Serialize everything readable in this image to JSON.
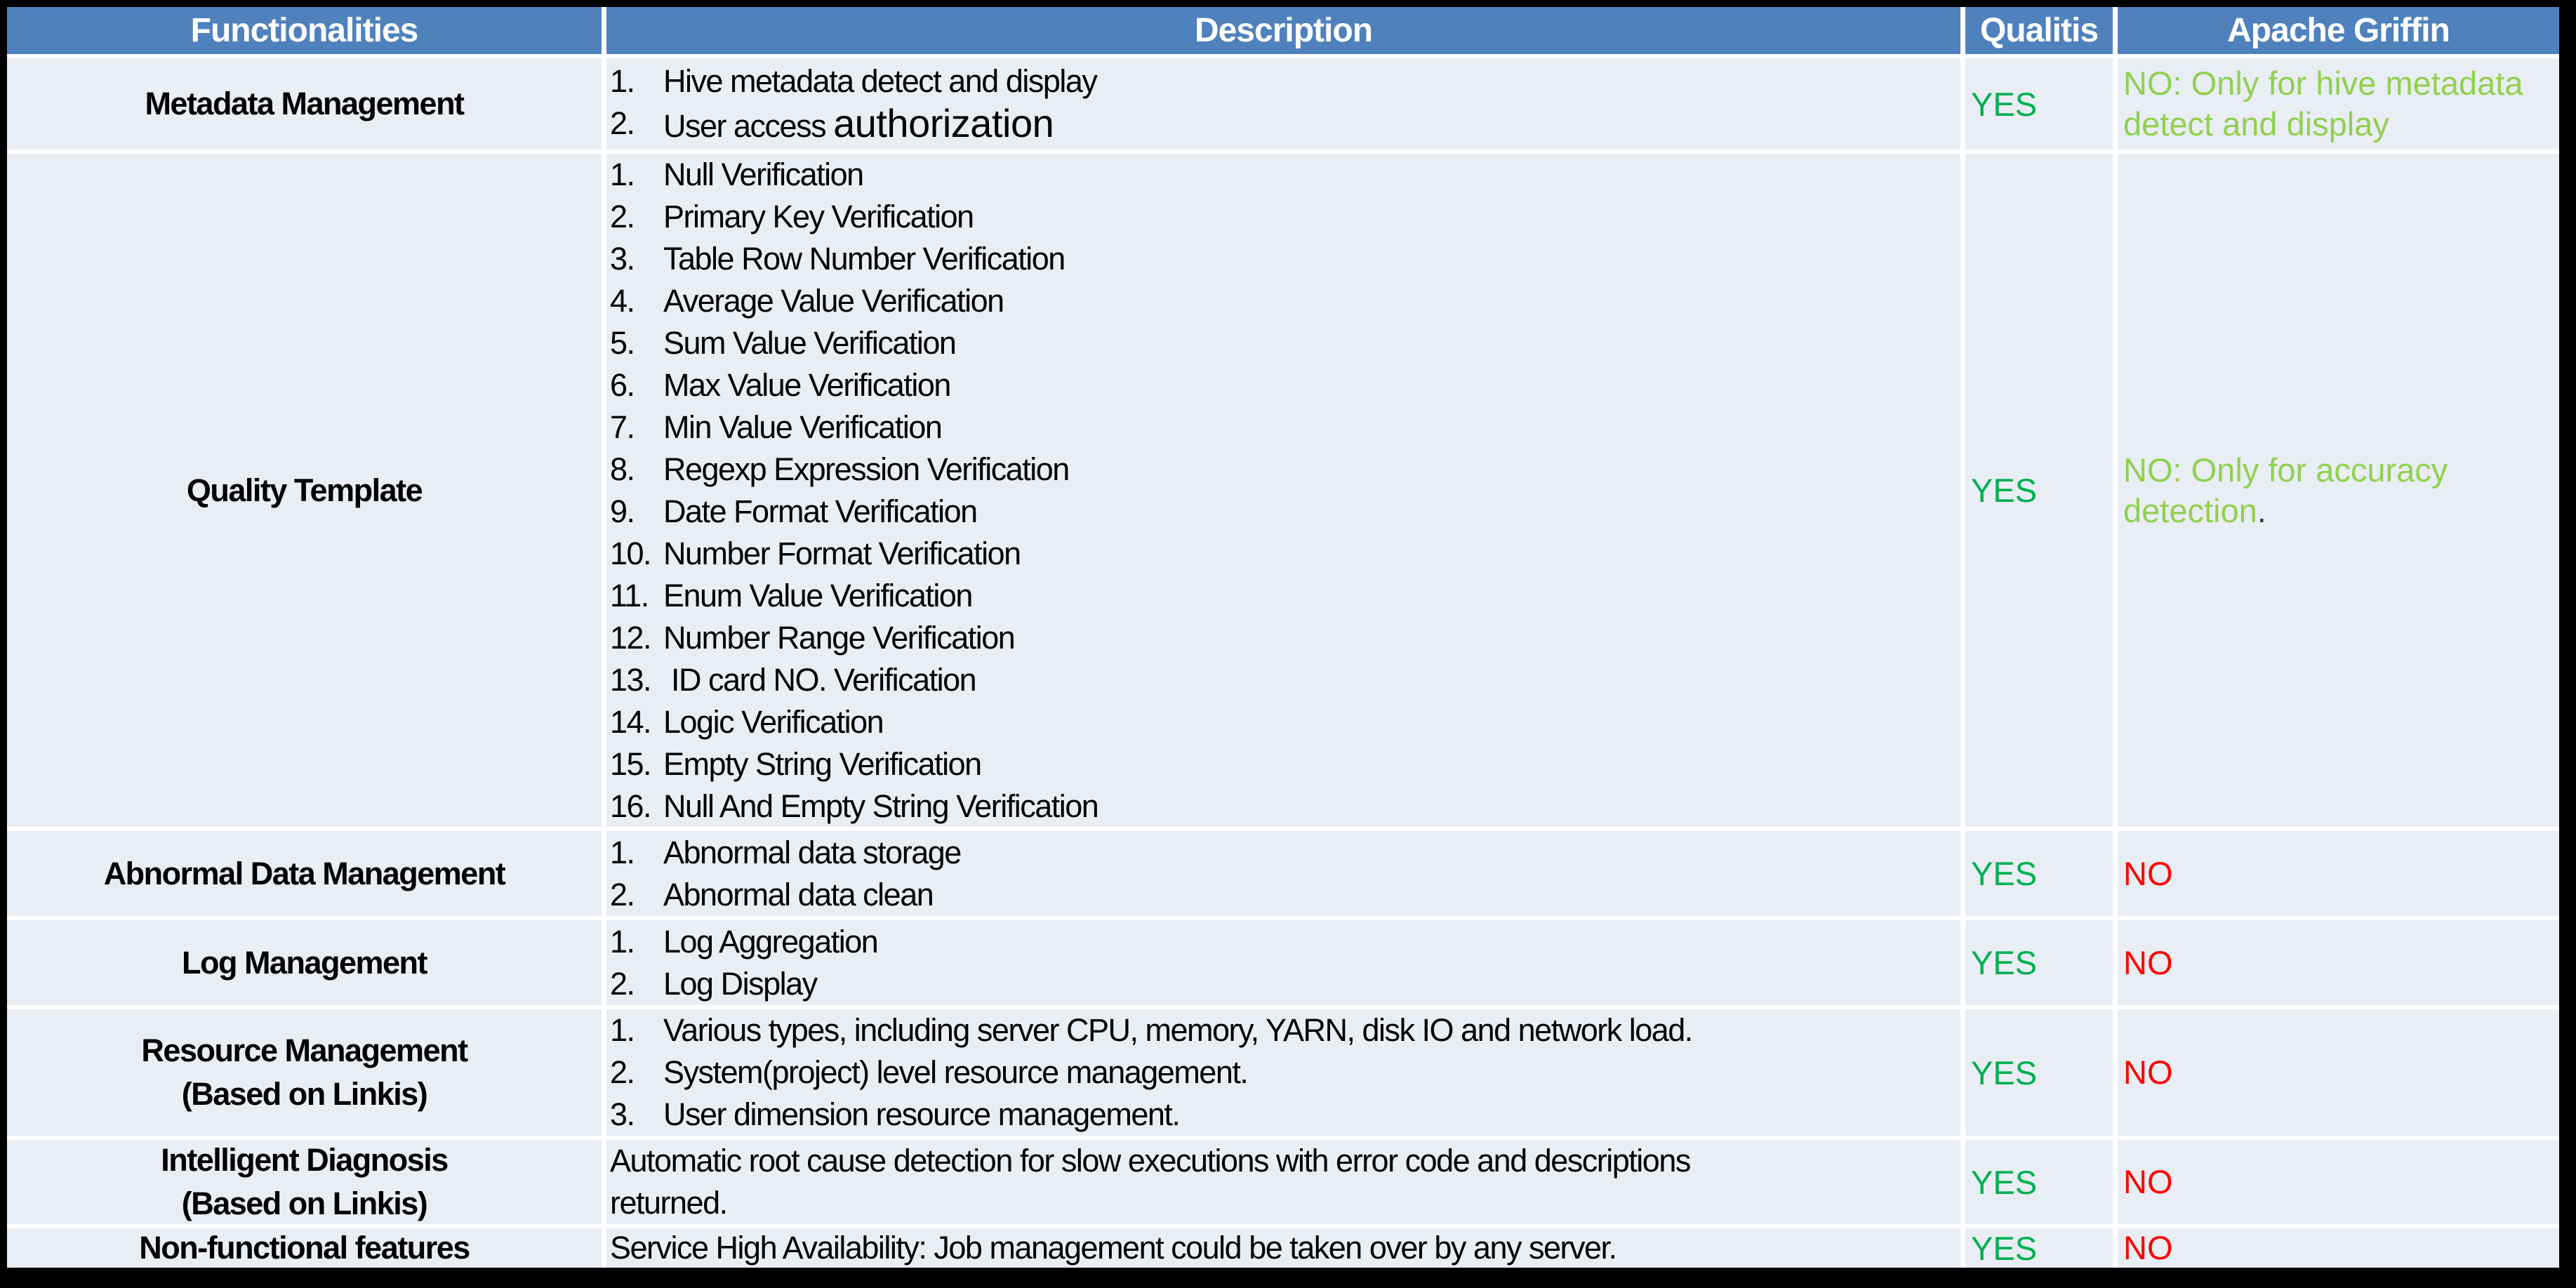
{
  "colors": {
    "page_background": "#000000",
    "header_bg": "#4F81BD",
    "header_text": "#FFFFFF",
    "cell_bg": "#E9EDF4",
    "separator": "#FFFFFF",
    "yes_green": "#00B050",
    "note_light_green": "#92D050",
    "no_red": "#FF0000",
    "dark_period": "#404040",
    "body_text": "#000000"
  },
  "header": {
    "columns": [
      "Functionalities",
      "Description",
      "Qualitis",
      "Apache Griffin"
    ]
  },
  "table": {
    "rows": [
      {
        "functionality": [
          "Metadata Management"
        ],
        "description": {
          "type": "list",
          "items": [
            {
              "num": "1.",
              "segments": [
                {
                  "text": "Hive metadata detect and display"
                }
              ]
            },
            {
              "num": "2.",
              "segments": [
                {
                  "text": "User access "
                },
                {
                  "text": "authorization",
                  "big": true
                }
              ]
            }
          ]
        },
        "qualitis": "YES",
        "griffin": {
          "style": "lightgreen",
          "lines": [
            {
              "segments": [
                {
                  "text": "NO: Only for hive metadata"
                }
              ]
            },
            {
              "segments": [
                {
                  "text": "detect and display"
                }
              ]
            }
          ]
        }
      },
      {
        "functionality": [
          "Quality Template"
        ],
        "description": {
          "type": "list",
          "items": [
            {
              "num": "1.",
              "segments": [
                {
                  "text": "Null Verification"
                }
              ]
            },
            {
              "num": "2.",
              "segments": [
                {
                  "text": "Primary Key Verification"
                }
              ]
            },
            {
              "num": "3.",
              "segments": [
                {
                  "text": "Table Row Number Verification"
                }
              ]
            },
            {
              "num": "4.",
              "segments": [
                {
                  "text": "Average Value Verification"
                }
              ]
            },
            {
              "num": "5.",
              "segments": [
                {
                  "text": "Sum Value Verification"
                }
              ]
            },
            {
              "num": "6.",
              "segments": [
                {
                  "text": "Max Value Verification"
                }
              ]
            },
            {
              "num": "7.",
              "segments": [
                {
                  "text": "Min Value Verification"
                }
              ]
            },
            {
              "num": "8.",
              "segments": [
                {
                  "text": "Regexp Expression Verification"
                }
              ]
            },
            {
              "num": "9.",
              "segments": [
                {
                  "text": "Date Format Verification"
                }
              ]
            },
            {
              "num": "10.",
              "segments": [
                {
                  "text": "Number Format Verification"
                }
              ]
            },
            {
              "num": "11.",
              "segments": [
                {
                  "text": "Enum Value Verification"
                }
              ]
            },
            {
              "num": "12.",
              "segments": [
                {
                  "text": "Number Range Verification"
                }
              ]
            },
            {
              "num": "13.",
              "segments": [
                {
                  "text": " ID card NO. Verification"
                }
              ]
            },
            {
              "num": "14.",
              "segments": [
                {
                  "text": "Logic Verification"
                }
              ]
            },
            {
              "num": "15.",
              "segments": [
                {
                  "text": "Empty String Verification"
                }
              ]
            },
            {
              "num": "16.",
              "segments": [
                {
                  "text": "Null And Empty String Verification"
                }
              ]
            }
          ]
        },
        "qualitis": "YES",
        "griffin": {
          "style": "lightgreen",
          "lines": [
            {
              "segments": [
                {
                  "text": "NO: Only for accuracy"
                }
              ]
            },
            {
              "segments": [
                {
                  "text": "detection"
                },
                {
                  "text": ".",
                  "dark": true
                }
              ]
            }
          ]
        }
      },
      {
        "functionality": [
          "Abnormal Data Management"
        ],
        "description": {
          "type": "list",
          "items": [
            {
              "num": "1.",
              "segments": [
                {
                  "text": "Abnormal data storage"
                }
              ]
            },
            {
              "num": "2.",
              "segments": [
                {
                  "text": "Abnormal data clean"
                }
              ]
            }
          ]
        },
        "qualitis": "YES",
        "griffin": {
          "style": "red",
          "lines": [
            {
              "segments": [
                {
                  "text": "NO"
                }
              ]
            }
          ]
        }
      },
      {
        "functionality": [
          "Log Management"
        ],
        "description": {
          "type": "list",
          "items": [
            {
              "num": "1.",
              "segments": [
                {
                  "text": "Log Aggregation"
                }
              ]
            },
            {
              "num": "2.",
              "segments": [
                {
                  "text": "Log Display"
                }
              ]
            }
          ]
        },
        "qualitis": "YES",
        "griffin": {
          "style": "red",
          "lines": [
            {
              "segments": [
                {
                  "text": "NO"
                }
              ]
            }
          ]
        }
      },
      {
        "functionality": [
          "Resource Management",
          "(Based on Linkis)"
        ],
        "description": {
          "type": "list",
          "items": [
            {
              "num": "1.",
              "segments": [
                {
                  "text": "Various types, including server CPU, memory, YARN, disk IO and network load."
                }
              ]
            },
            {
              "num": "2.",
              "segments": [
                {
                  "text": "System(project) level resource management."
                }
              ]
            },
            {
              "num": "3.",
              "segments": [
                {
                  "text": "User dimension resource management."
                }
              ]
            }
          ]
        },
        "qualitis": "YES",
        "griffin": {
          "style": "red",
          "lines": [
            {
              "segments": [
                {
                  "text": "NO"
                }
              ]
            }
          ]
        }
      },
      {
        "functionality": [
          "Intelligent Diagnosis",
          "(Based on Linkis)"
        ],
        "description": {
          "type": "text",
          "lines": [
            "Automatic root cause detection for slow executions with error code and descriptions",
            "returned."
          ]
        },
        "qualitis": "YES",
        "griffin": {
          "style": "red",
          "lines": [
            {
              "segments": [
                {
                  "text": "NO"
                }
              ]
            }
          ]
        }
      },
      {
        "functionality": [
          "Non-functional features"
        ],
        "description": {
          "type": "text",
          "lines": [
            "Service High Availability: Job management could be taken over by any server."
          ]
        },
        "qualitis": "YES",
        "griffin": {
          "style": "red",
          "lines": [
            {
              "segments": [
                {
                  "text": "NO"
                }
              ]
            }
          ]
        }
      }
    ]
  }
}
